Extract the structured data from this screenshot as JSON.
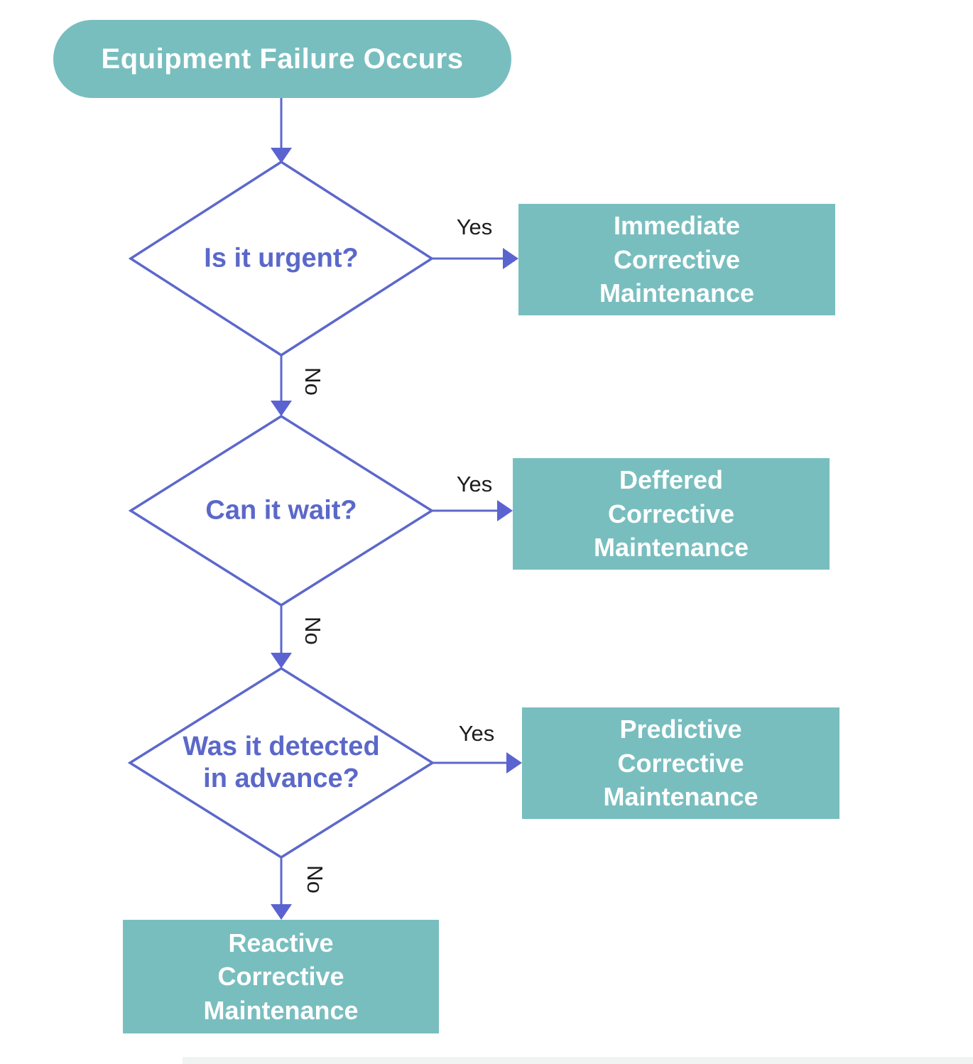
{
  "colors": {
    "teal_node": "#79bebf",
    "indigo_line": "#5c68cb",
    "indigo_arrowhead": "#5a63d0",
    "question_text": "#5b68c9",
    "branch_label_text": "#1d1d1f",
    "node_text": "#ffffff",
    "background": "#ffffff",
    "bottom_bar": "#f1f3f3"
  },
  "flowchart": {
    "start": {
      "label": "Equipment Failure Occurs"
    },
    "decisions": [
      {
        "question": "Is it urgent?",
        "yes": "Yes",
        "no": "No"
      },
      {
        "question": "Can it wait?",
        "yes": "Yes",
        "no": "No"
      },
      {
        "question": "Was it detected\nin advance?",
        "yes": "Yes",
        "no": "No"
      }
    ],
    "outcomes": [
      {
        "label": "Immediate\nCorrective\nMaintenance"
      },
      {
        "label": "Deffered\nCorrective\nMaintenance"
      },
      {
        "label": "Predictive\nCorrective\nMaintenance"
      },
      {
        "label": "Reactive\nCorrective\nMaintenance"
      }
    ]
  }
}
